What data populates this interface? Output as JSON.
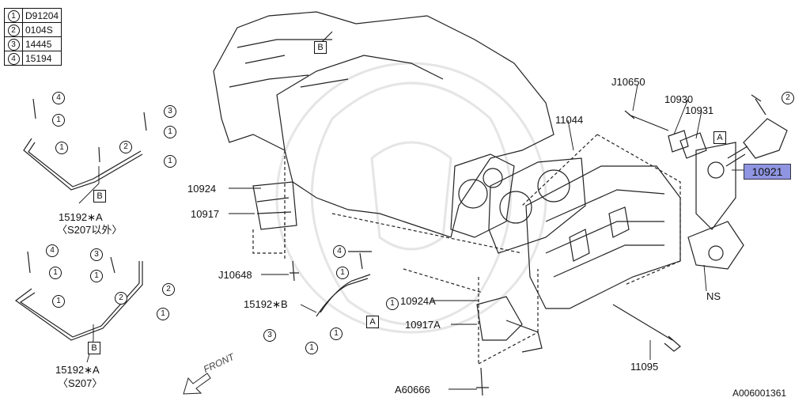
{
  "legend": [
    {
      "num": "1",
      "code": "D91204"
    },
    {
      "num": "2",
      "code": "0104S"
    },
    {
      "num": "3",
      "code": "14445"
    },
    {
      "num": "4",
      "code": "15194"
    }
  ],
  "parts": {
    "p10650": "J10650",
    "p10930": "10930",
    "p10931": "10931",
    "p11044": "11044",
    "p10921": "10921",
    "p10924": "10924",
    "p10917": "10917",
    "pJ10648": "J10648",
    "p15192B": "15192∗B",
    "p10924A": "10924A",
    "p10917A": "10917A",
    "pNS": "NS",
    "p11095": "11095",
    "pA60666": "A60666",
    "p15192A_1": "15192∗A",
    "pS207not": "〈S207以外〉",
    "p15192A_2": "15192∗A",
    "pS207": "〈S207〉"
  },
  "refs": {
    "A": "A",
    "B": "B"
  },
  "front_label": "FRONT",
  "diagram_id": "A006001361"
}
